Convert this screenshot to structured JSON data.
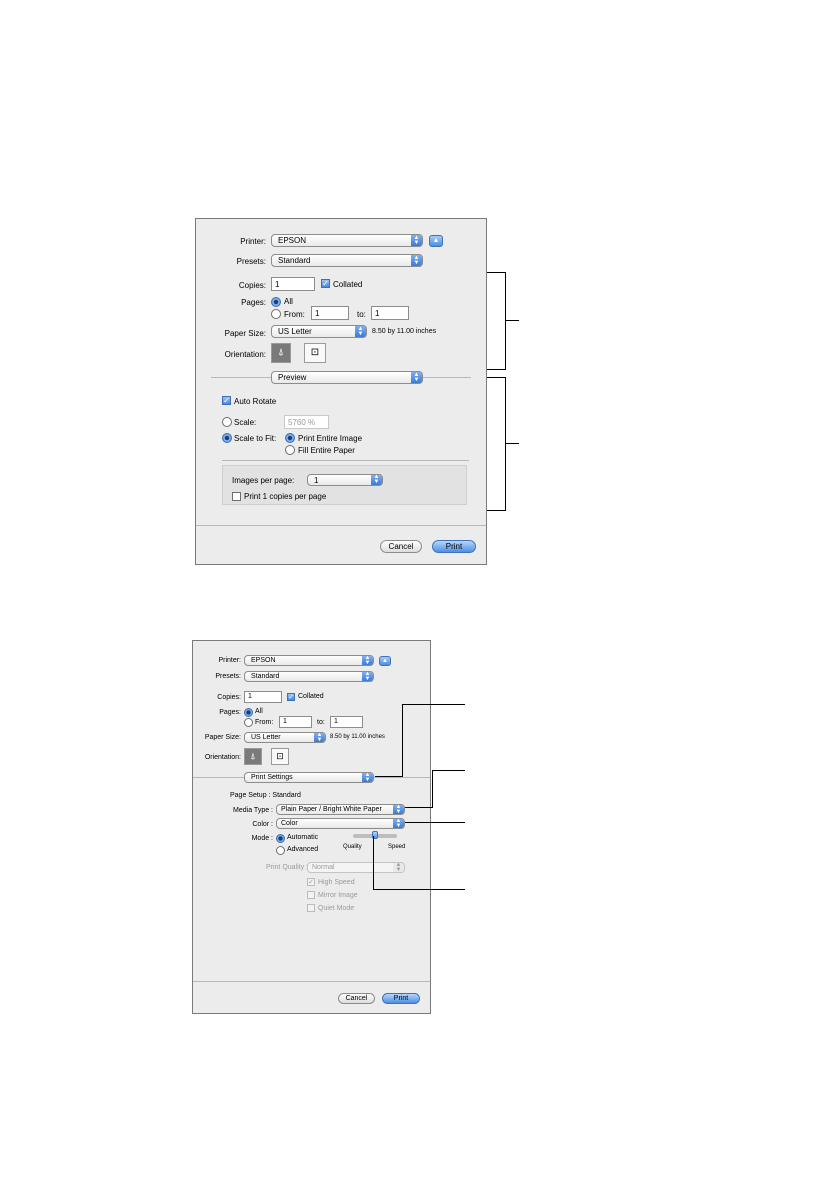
{
  "dialog1": {
    "printer_label": "Printer:",
    "printer_value": "EPSON",
    "presets_label": "Presets:",
    "presets_value": "Standard",
    "copies_label": "Copies:",
    "copies_value": "1",
    "collated_label": "Collated",
    "collated_checked": true,
    "pages_label": "Pages:",
    "pages_all_label": "All",
    "pages_from_label": "From:",
    "pages_from_value": "1",
    "pages_to_label": "to:",
    "pages_to_value": "1",
    "paper_size_label": "Paper Size:",
    "paper_size_value": "US Letter",
    "paper_size_dims": "8.50 by 11.00 inches",
    "orientation_label": "Orientation:",
    "panel_value": "Preview",
    "auto_rotate_label": "Auto Rotate",
    "auto_rotate_checked": true,
    "scale_label": "Scale:",
    "scale_value": "5760 %",
    "scale_to_fit_label": "Scale to Fit:",
    "print_entire_image_label": "Print Entire Image",
    "fill_entire_paper_label": "Fill Entire Paper",
    "images_per_page_label": "Images per page:",
    "images_per_page_value": "1",
    "print_copies_label": "Print 1 copies per page",
    "cancel_label": "Cancel",
    "print_label": "Print"
  },
  "dialog2": {
    "printer_label": "Printer:",
    "printer_value": "EPSON",
    "presets_label": "Presets:",
    "presets_value": "Standard",
    "copies_label": "Copies:",
    "copies_value": "1",
    "collated_label": "Collated",
    "collated_checked": true,
    "pages_label": "Pages:",
    "pages_all_label": "All",
    "pages_from_label": "From:",
    "pages_from_value": "1",
    "pages_to_label": "to:",
    "pages_to_value": "1",
    "paper_size_label": "Paper Size:",
    "paper_size_value": "US Letter",
    "paper_size_dims": "8.50 by 11.00 inches",
    "orientation_label": "Orientation:",
    "panel_value": "Print Settings",
    "page_setup_text": "Page Setup : Standard",
    "media_type_label": "Media Type :",
    "media_type_value": "Plain Paper / Bright White Paper",
    "color_label": "Color :",
    "color_value": "Color",
    "mode_label": "Mode :",
    "mode_automatic_label": "Automatic",
    "mode_advanced_label": "Advanced",
    "quality_label": "Quality",
    "speed_label": "Speed",
    "print_quality_label": "Print Quality :",
    "print_quality_value": "Normal",
    "high_speed_label": "High Speed",
    "high_speed_checked": true,
    "mirror_image_label": "Mirror Image",
    "quiet_mode_label": "Quiet Mode",
    "cancel_label": "Cancel",
    "print_label": "Print"
  },
  "icons": {
    "popup_arrows": "up-down-arrows-icon",
    "disclosure": "up-triangle-icon",
    "portrait": "portrait-orientation-icon",
    "landscape": "landscape-orientation-icon"
  }
}
